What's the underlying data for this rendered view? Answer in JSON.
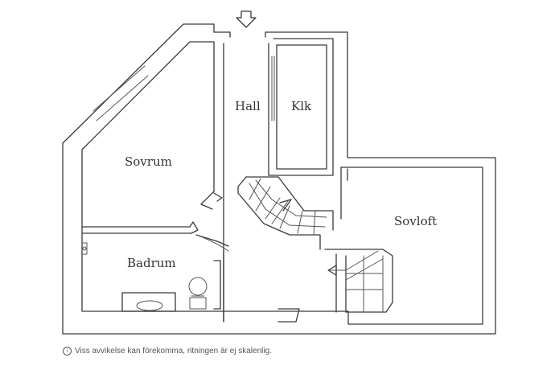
{
  "rooms": {
    "hall": "Hall",
    "klk": "Klk",
    "sovrum": "Sovrum",
    "sovloft": "Sovloft",
    "badrum": "Badrum"
  },
  "disclaimer": {
    "icon": "info-icon",
    "text": "Viss avvikelse kan förekomma, ritningen är ej skalenlig."
  }
}
